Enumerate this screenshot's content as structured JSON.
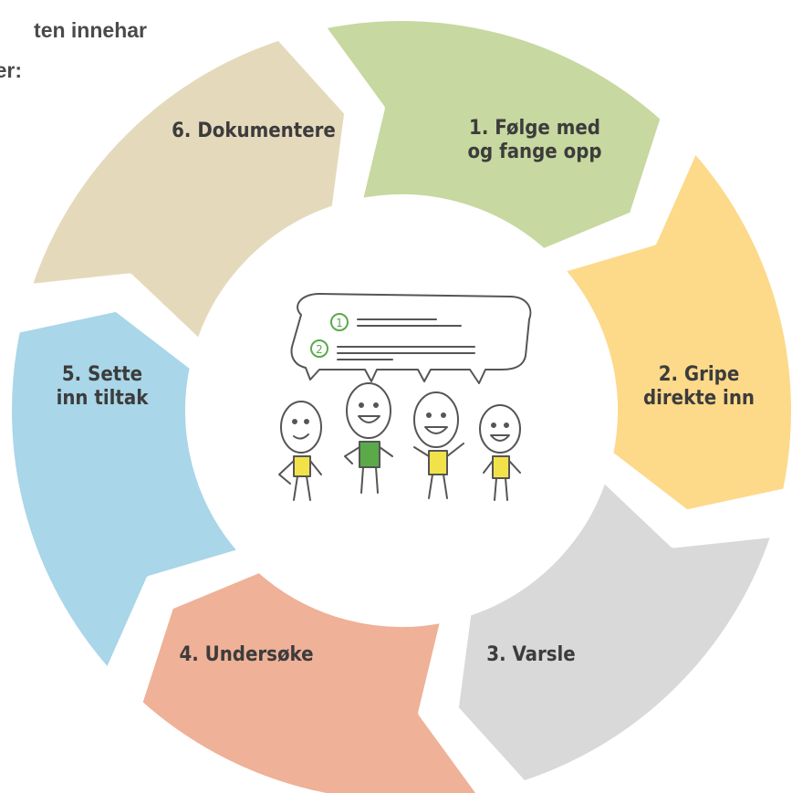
{
  "intro": {
    "line1": "ten innehar",
    "line2": "er:"
  },
  "steps": [
    {
      "label_lines": [
        "1. Følge med",
        "og fange opp"
      ],
      "color": "#c7d8a0"
    },
    {
      "label_lines": [
        "2. Gripe",
        "direkte inn"
      ],
      "color": "#fdd98a"
    },
    {
      "label_lines": [
        "3. Varsle"
      ],
      "color": "#d9d9d9"
    },
    {
      "label_lines": [
        "4. Undersøke"
      ],
      "color": "#efb197"
    },
    {
      "label_lines": [
        "5. Sette",
        "inn tiltak"
      ],
      "color": "#a9d6e8"
    },
    {
      "label_lines": [
        "6. Dokumentere"
      ],
      "color": "#e5d9bc"
    }
  ],
  "center": {
    "speech_numbers": [
      "1",
      "2"
    ],
    "accent_green": "#5aaa4a",
    "shirt_yellow": "#f2e24a"
  }
}
